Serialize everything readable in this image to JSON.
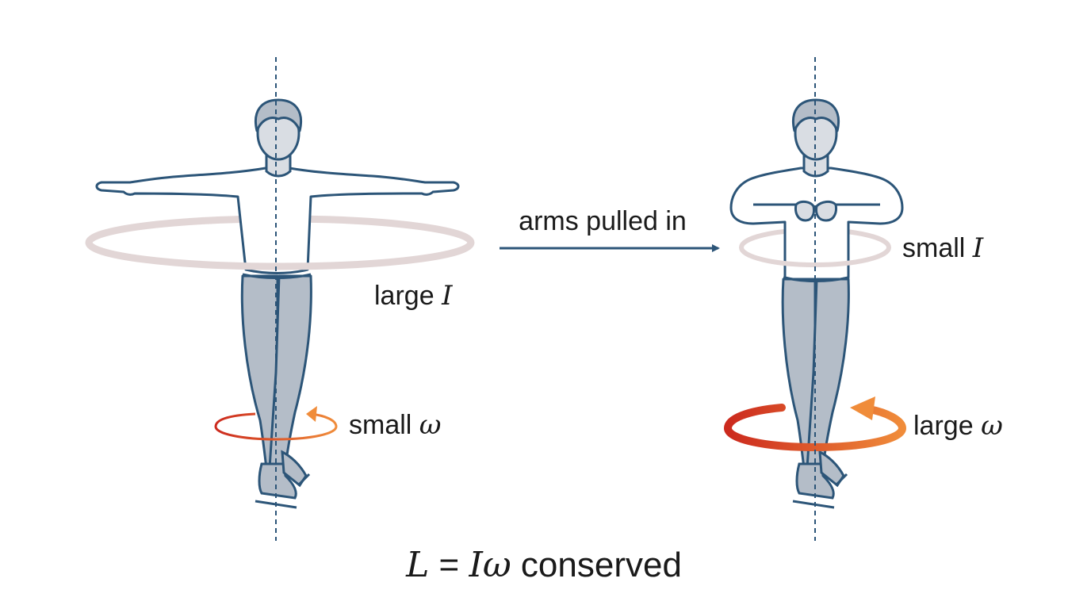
{
  "labels": {
    "arrow_text": "arms pulled in",
    "left_inertia_word": "large",
    "left_inertia_symbol": "I",
    "left_omega_word": "small",
    "left_omega_symbol": "ω",
    "right_inertia_word": "small",
    "right_inertia_symbol": "I",
    "right_omega_word": "large",
    "right_omega_symbol": "ω"
  },
  "equation": {
    "lhs": "L",
    "equals": " = ",
    "rhs": "Iω",
    "word": " conserved"
  },
  "colors": {
    "outline": "#2c5578",
    "skin": "#d9dde3",
    "pants": "#b4bdc8",
    "axis": "#2c5578",
    "inertia_ring": "#e2d6d6",
    "omega_start": "#cc2a1e",
    "omega_end": "#f08c3a",
    "arrow": "#2c5578"
  }
}
